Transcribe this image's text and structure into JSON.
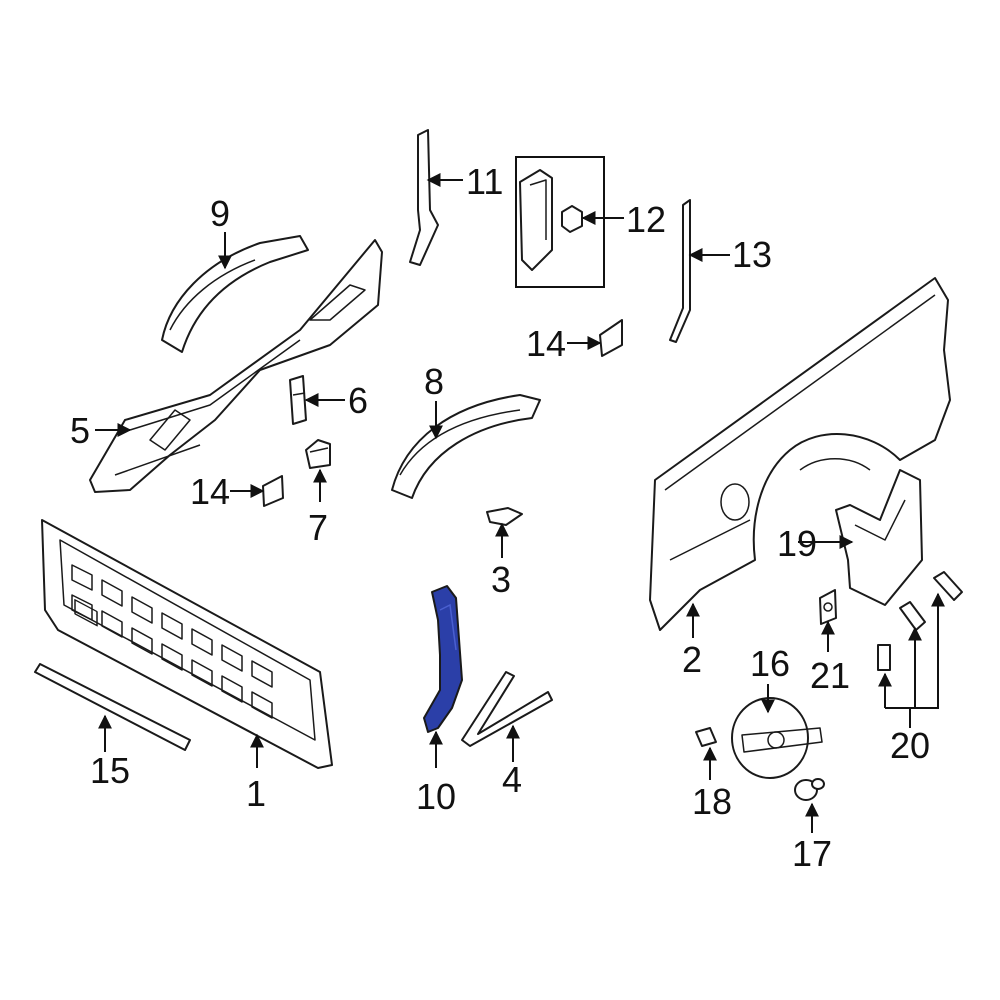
{
  "diagram": {
    "highlight_color": "#2b3fa8",
    "line_color": "#1a1a1a",
    "background": "#ffffff",
    "callouts": {
      "c1": "1",
      "c2": "2",
      "c3": "3",
      "c4": "4",
      "c5": "5",
      "c6": "6",
      "c7": "7",
      "c8": "8",
      "c9": "9",
      "c10": "10",
      "c11": "11",
      "c12": "12",
      "c13": "13",
      "c14a": "14",
      "c14b": "14",
      "c15": "15",
      "c16": "16",
      "c17": "17",
      "c18": "18",
      "c19": "19",
      "c20": "20",
      "c21": "21"
    },
    "highlighted_part": "10"
  }
}
